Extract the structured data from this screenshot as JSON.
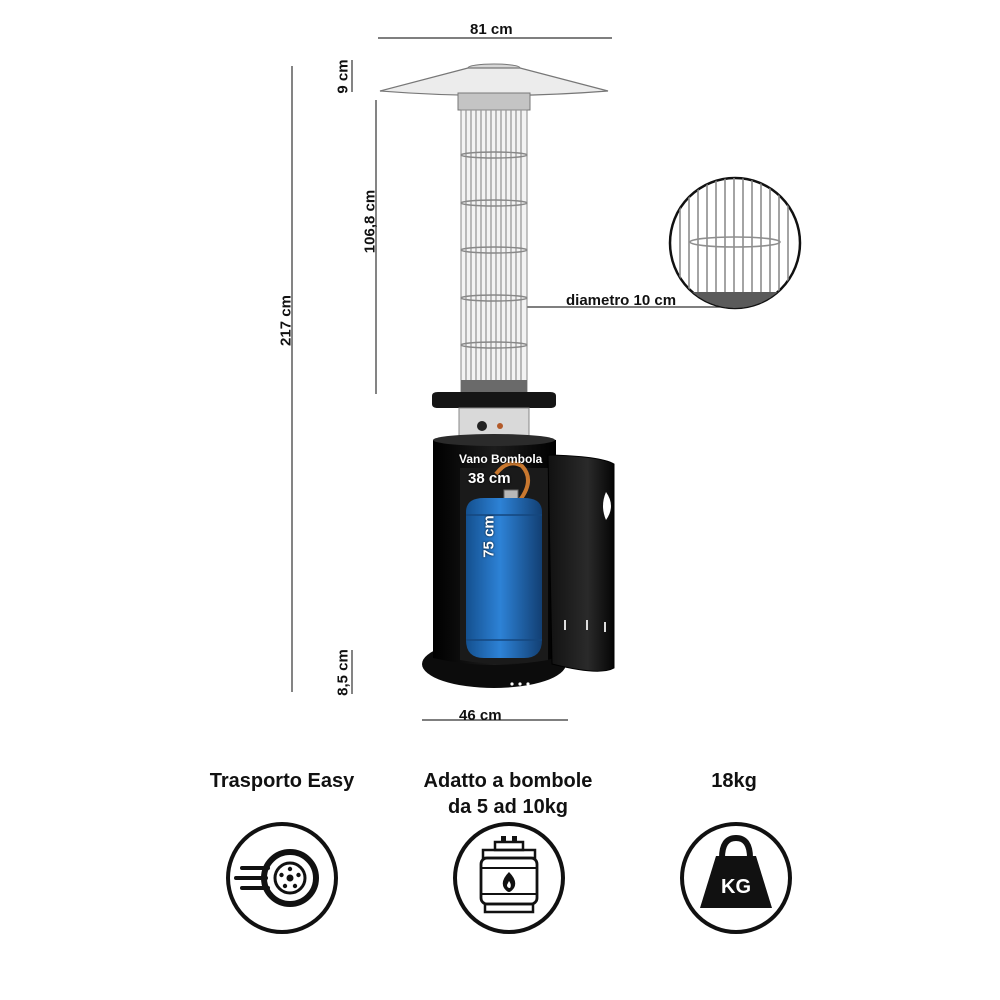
{
  "dimensions": {
    "top_width": "81 cm",
    "top_height": "9 cm",
    "grill_height": "106,8 cm",
    "total_height": "217 cm",
    "grill_diameter": "diametro 10 cm",
    "compartment_label": "Vano Bombola",
    "compartment_width": "38 cm",
    "compartment_height": "75 cm",
    "base_height": "8,5 cm",
    "base_width": "46 cm"
  },
  "features": [
    {
      "title_line1": "Trasporto Easy",
      "title_line2": "",
      "icon": "wheel-icon"
    },
    {
      "title_line1": "Adatto a bombole",
      "title_line2": "da 5 ad 10kg",
      "icon": "gas-cylinder-icon"
    },
    {
      "title_line1": "18kg",
      "title_line2": "",
      "icon": "kettlebell-icon"
    }
  ],
  "weight_icon_label": "KG",
  "colors": {
    "body": "#0b0b0b",
    "grill": "#bfbfbf",
    "cylinder": "#1f6fc2",
    "hose": "#c9782f"
  }
}
